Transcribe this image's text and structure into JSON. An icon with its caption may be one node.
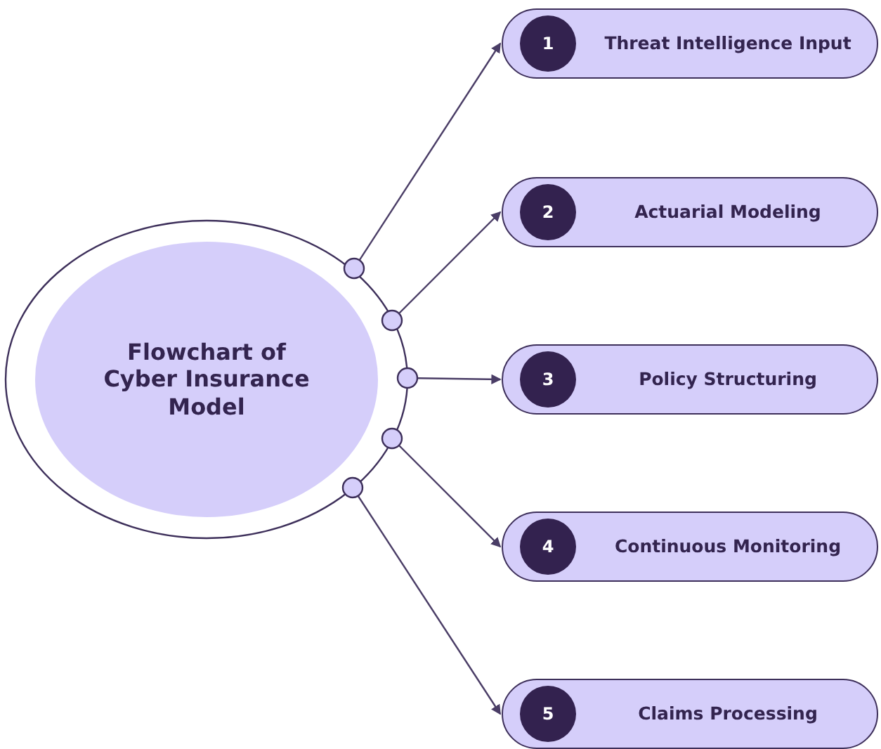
{
  "diagram": {
    "nodes": [
      {
        "text": [
          "Flowchart of Cyber Insurance Model"
        ]
      },
      {
        "text": [
          "1",
          "Threat Intelligence Input"
        ]
      },
      {
        "text": [
          "2",
          "Actuarial Modeling"
        ]
      },
      {
        "text": [
          "3",
          "Policy Structuring"
        ]
      },
      {
        "text": [
          "4",
          "Continuous Monitoring"
        ]
      },
      {
        "text": [
          "5",
          "Claims Processing"
        ]
      }
    ],
    "edges": [
      {
        "from": 0,
        "to": 1,
        "arrow": "to"
      },
      {
        "from": 0,
        "to": 2,
        "arrow": "to"
      },
      {
        "from": 0,
        "to": 3,
        "arrow": "to"
      },
      {
        "from": 0,
        "to": 4,
        "arrow": "to"
      },
      {
        "from": 0,
        "to": 5,
        "arrow": "to"
      }
    ]
  }
}
